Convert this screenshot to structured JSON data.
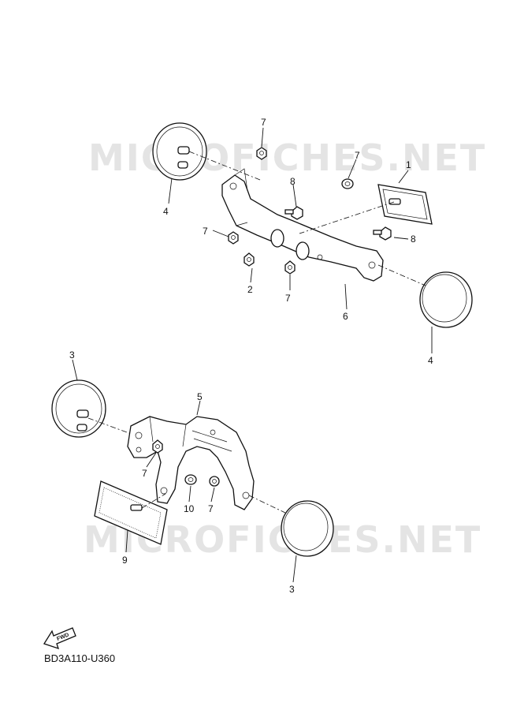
{
  "watermark": "MICROFICHES.NET",
  "fwd_label": "FWD",
  "diagram_code": "BD3A110-U360",
  "callouts": {
    "c1": "1",
    "c2": "2",
    "c3a": "3",
    "c3b": "3",
    "c4a": "4",
    "c4b": "4",
    "c5": "5",
    "c6": "6",
    "c7a": "7",
    "c7b": "7",
    "c7c": "7",
    "c7d": "7",
    "c7e": "7",
    "c7f": "7",
    "c8a": "8",
    "c8b": "8",
    "c9": "9",
    "c10": "10"
  }
}
